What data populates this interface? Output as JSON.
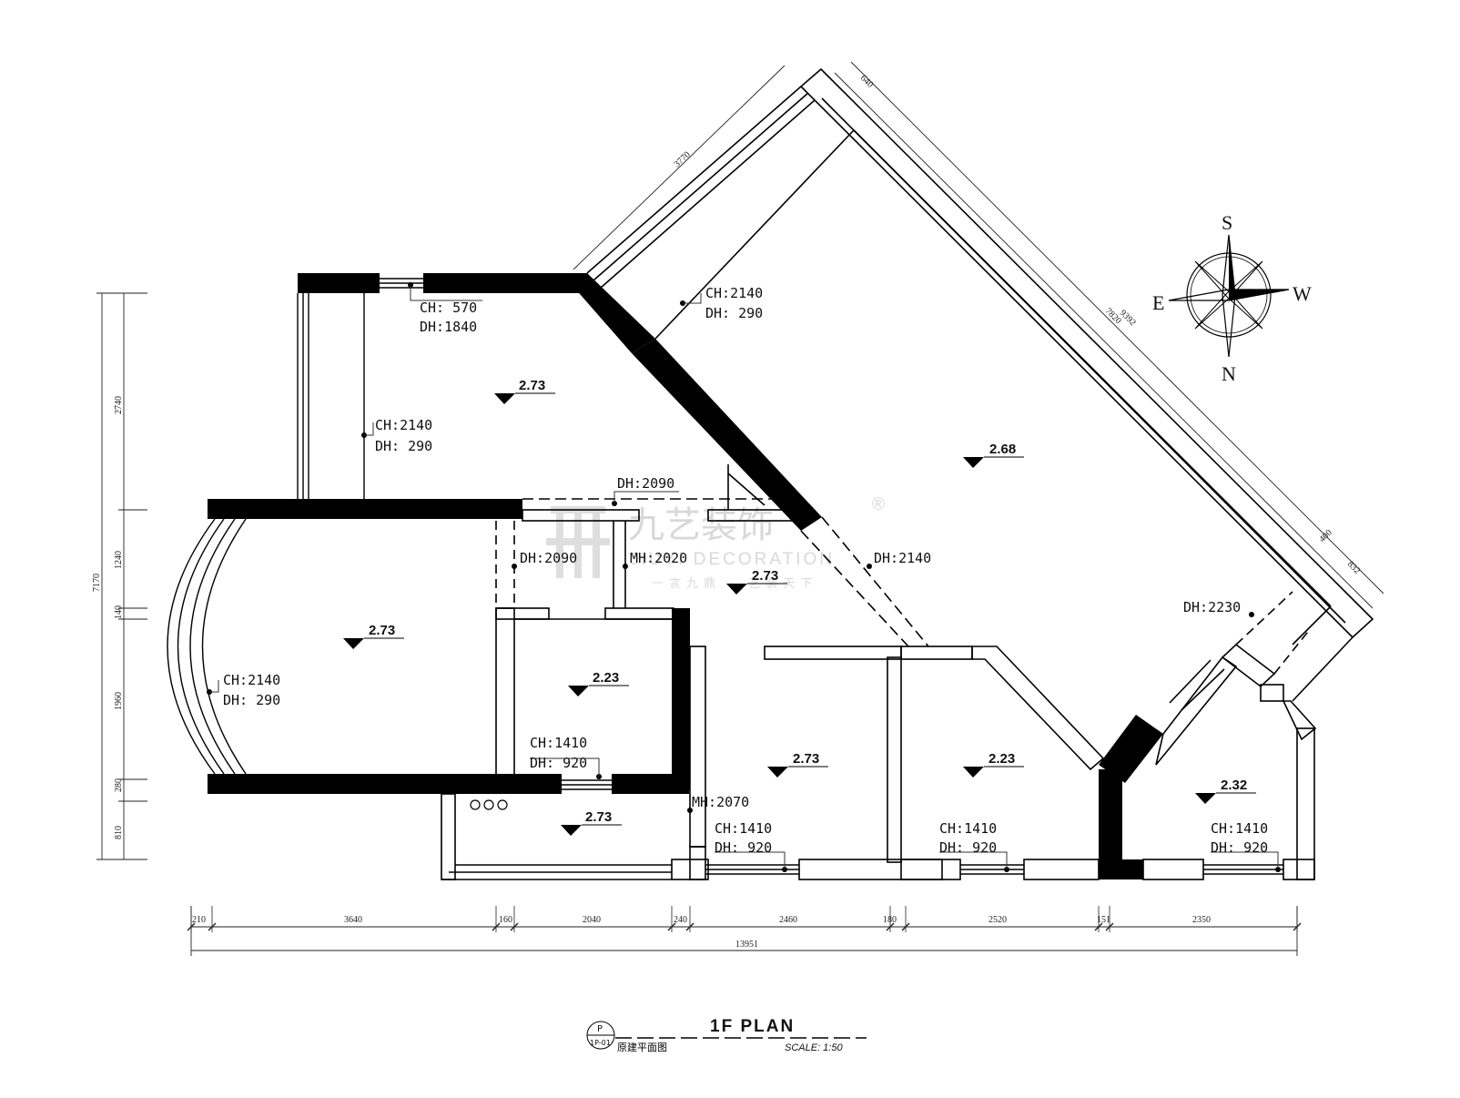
{
  "plan": {
    "annotations": [
      {
        "id": "a1",
        "lines": [
          "CH: 570",
          "DH:1840"
        ]
      },
      {
        "id": "a2",
        "lines": [
          "CH:2140",
          "DH: 290"
        ]
      },
      {
        "id": "a3",
        "lines": [
          "CH:2140",
          "DH: 290"
        ]
      },
      {
        "id": "a4",
        "lines": [
          "DH:2090"
        ]
      },
      {
        "id": "a5",
        "lines": [
          "DH:2090"
        ]
      },
      {
        "id": "a6",
        "lines": [
          "MH:2020"
        ]
      },
      {
        "id": "a7",
        "lines": [
          "DH:2140"
        ]
      },
      {
        "id": "a8",
        "lines": [
          "DH:2230"
        ]
      },
      {
        "id": "a9",
        "lines": [
          "CH:2140",
          "DH: 290"
        ]
      },
      {
        "id": "a10",
        "lines": [
          "CH:1410",
          "DH: 920"
        ]
      },
      {
        "id": "a11",
        "lines": [
          "MH:2070"
        ]
      },
      {
        "id": "a12",
        "lines": [
          "CH:1410",
          "DH: 920"
        ]
      },
      {
        "id": "a13",
        "lines": [
          "CH:1410",
          "DH: 920"
        ]
      },
      {
        "id": "a14",
        "lines": [
          "CH:1410",
          "DH: 920"
        ]
      }
    ],
    "levels": [
      "2.73",
      "2.68",
      "2.73",
      "2.73",
      "2.23",
      "2.73",
      "2.23",
      "2.32",
      "2.73"
    ],
    "dims_bottom": [
      "210",
      "3640",
      "160",
      "2040",
      "240",
      "2460",
      "180",
      "2520",
      "151",
      "2350"
    ],
    "dim_total": "13951",
    "dims_left": [
      "2740",
      "1240",
      "140",
      "1960",
      "280",
      "810"
    ],
    "dim_left_total": "7170",
    "dims_diag": [
      "3770",
      "640",
      "7820",
      "9392",
      "400",
      "832"
    ],
    "compass": {
      "s": "S",
      "e": "E",
      "w": "W",
      "n": "N"
    }
  },
  "title": {
    "badge_top": "P",
    "badge_bottom": "1P-01",
    "cn": "原建平面图",
    "main": "1F PLAN",
    "scale": "SCALE: 1:50"
  },
  "watermark": {
    "brand": "九艺装饰",
    "registered": "®",
    "en": "JIUYI DECORATION",
    "slogan": "一言九鼎 · 艺装天下"
  }
}
